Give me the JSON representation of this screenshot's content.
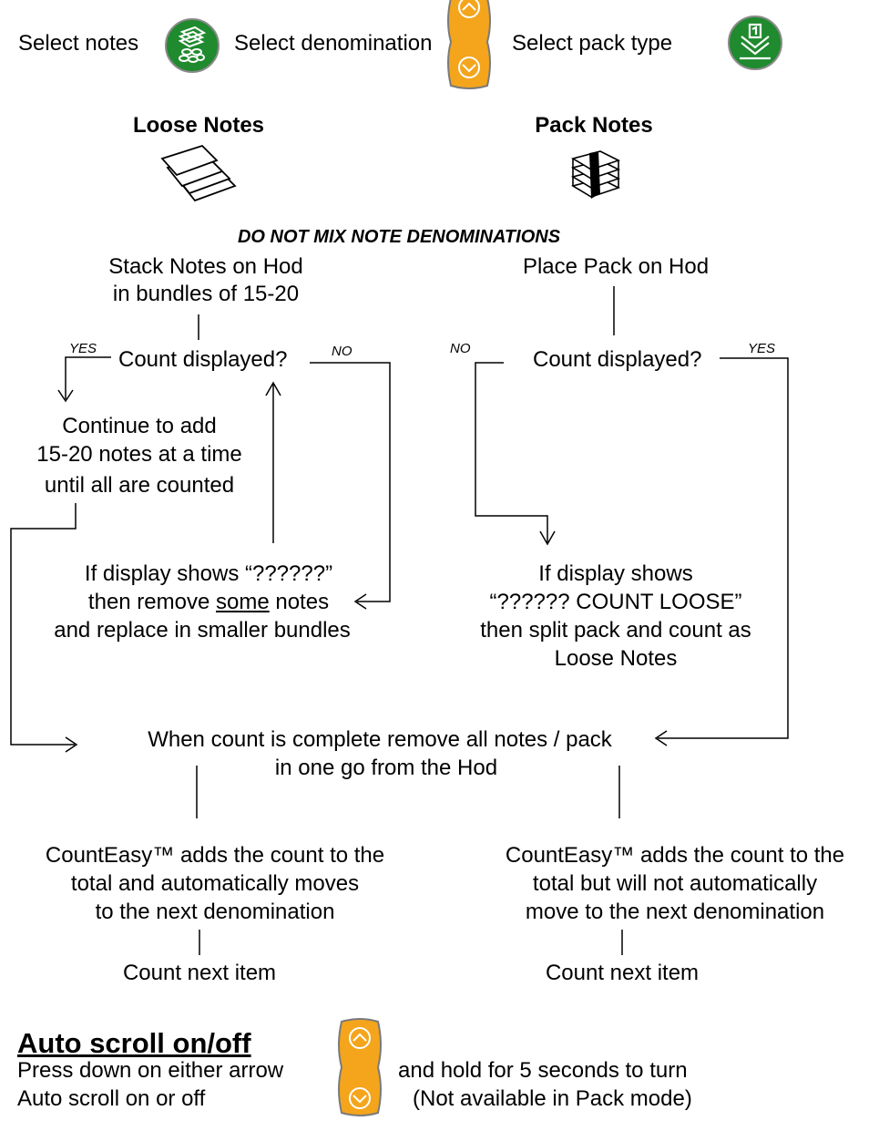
{
  "header": {
    "select_notes": "Select notes",
    "select_denomination": "Select denomination",
    "select_pack_type": "Select pack type"
  },
  "modes": {
    "loose_title": "Loose Notes",
    "pack_title": "Pack Notes",
    "loose_icon": "loose-notes-icon",
    "pack_icon": "pack-notes-icon"
  },
  "warning": "DO NOT MIX NOTE DENOMINATIONS",
  "loose": {
    "stack_1": "Stack Notes on Hod",
    "stack_2": "in bundles of 15-20",
    "question": "Count displayed?",
    "yes": "YES",
    "no": "NO",
    "continue_1": "Continue to add",
    "continue_2": "15-20 notes at a time",
    "continue_3": "until all are counted",
    "err_1": "If display shows “??????”",
    "err_2_pre": "then remove ",
    "err_2_u": "some",
    "err_2_post": " notes",
    "err_3": "and replace in smaller bundles",
    "result_1": "CountEasy™ adds the count to the",
    "result_2": "total and automatically moves",
    "result_3": "to the next denomination",
    "next": "Count next item"
  },
  "pack": {
    "place": "Place Pack on Hod",
    "question": "Count displayed?",
    "yes": "YES",
    "no": "NO",
    "err_1": "If display shows",
    "err_2": "“?????? COUNT LOOSE”",
    "err_3": "then split pack and count as",
    "err_4": "Loose Notes",
    "result_1": "CountEasy™ adds the count to the",
    "result_2": "total but will not automatically",
    "result_3": "move to the next denomination",
    "next": "Count next item"
  },
  "complete": {
    "line_1": "When count is complete remove all notes / pack",
    "line_2": "in one go from the Hod"
  },
  "autoscroll": {
    "title": "Auto scroll on/off",
    "left_1": "Press down on either arrow",
    "left_2": "Auto scroll on or off",
    "right_1": "and hold for 5 seconds to turn",
    "right_2": "(Not available in Pack mode)"
  },
  "colors": {
    "green_button": "#1f8a2e",
    "orange_button": "#f4a51c"
  }
}
